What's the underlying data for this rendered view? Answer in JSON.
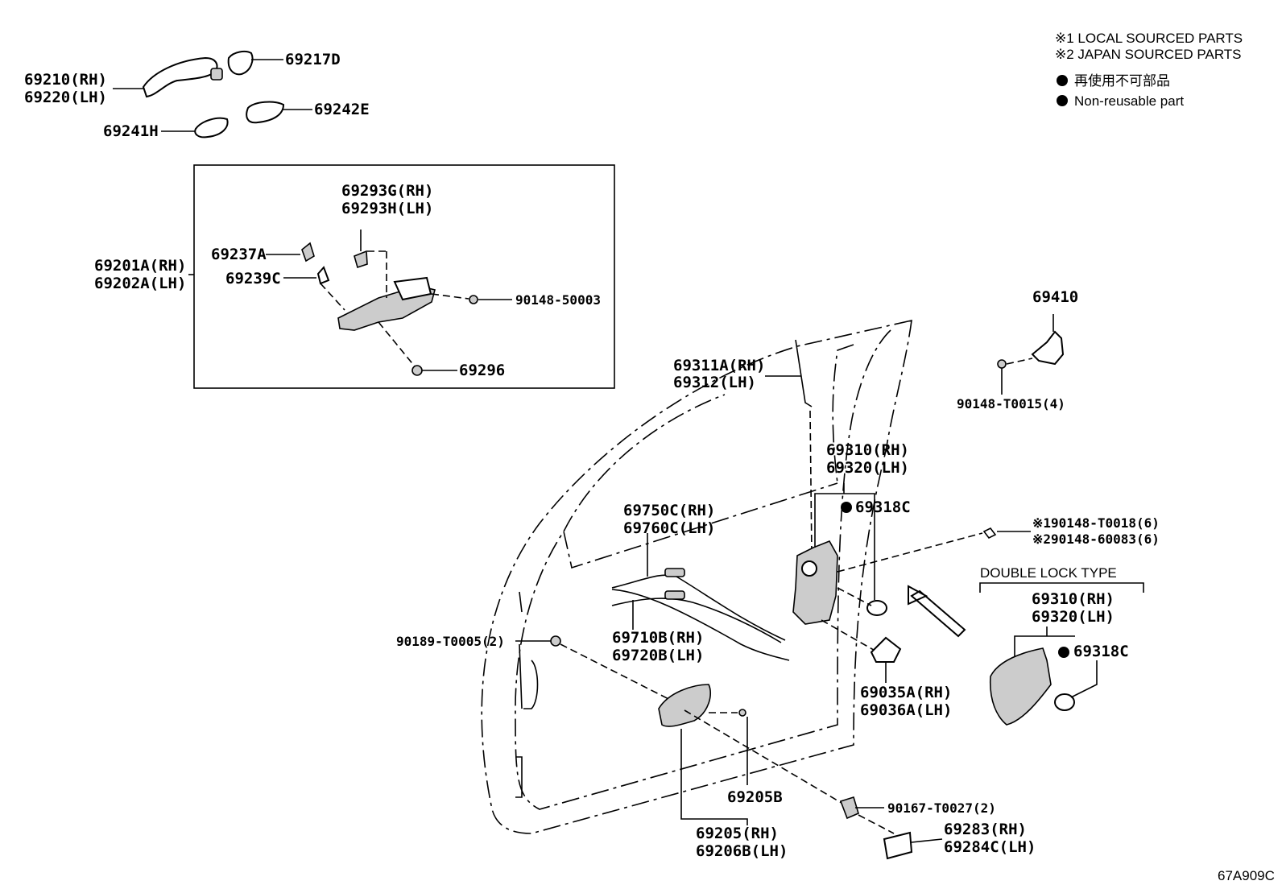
{
  "diagram_code": "67A909C",
  "legend": {
    "local_sourced": "※1 LOCAL SOURCED PARTS",
    "japan_sourced": "※2 JAPAN SOURCED PARTS",
    "non_reusable_jp": "再使用不可部品",
    "non_reusable_en": "Non-reusable part"
  },
  "double_lock_type_title": "DOUBLE LOCK TYPE",
  "parts": {
    "p69210_rh": "69210(RH)",
    "p69220_lh": "69220(LH)",
    "p69217d": "69217D",
    "p69242e": "69242E",
    "p69241h": "69241H",
    "p69293g_rh": "69293G(RH)",
    "p69293h_lh": "69293H(LH)",
    "p69201a_rh": "69201A(RH)",
    "p69202a_lh": "69202A(LH)",
    "p69237a": "69237A",
    "p69239c": "69239C",
    "p90148_50003": "90148-50003",
    "p69296": "69296",
    "p69410": "69410",
    "p90148_t0015": "90148-T0015(4)",
    "p69311a_rh": "69311A(RH)",
    "p69312_lh": "69312(LH)",
    "p69310_rh": "69310(RH)",
    "p69320_lh": "69320(LH)",
    "p69318c": "69318C",
    "p90148_t0018": "※190148-T0018(6)",
    "p90148_60083": "※290148-60083(6)",
    "p69750c_rh": "69750C(RH)",
    "p69760c_lh": "69760C(LH)",
    "p69710b_rh": "69710B(RH)",
    "p69720b_lh": "69720B(LH)",
    "p90189_t0005": "90189-T0005(2)",
    "p69035a_rh": "69035A(RH)",
    "p69036a_lh": "69036A(LH)",
    "p69310_rh_dl": "69310(RH)",
    "p69320_lh_dl": "69320(LH)",
    "p69318c_dl": "69318C",
    "p69205b": "69205B",
    "p90167_t0027": "90167-T0027(2)",
    "p69205_rh": "69205(RH)",
    "p69206b_lh": "69206B(LH)",
    "p69283_rh": "69283(RH)",
    "p69284c_lh": "69284C(LH)"
  }
}
